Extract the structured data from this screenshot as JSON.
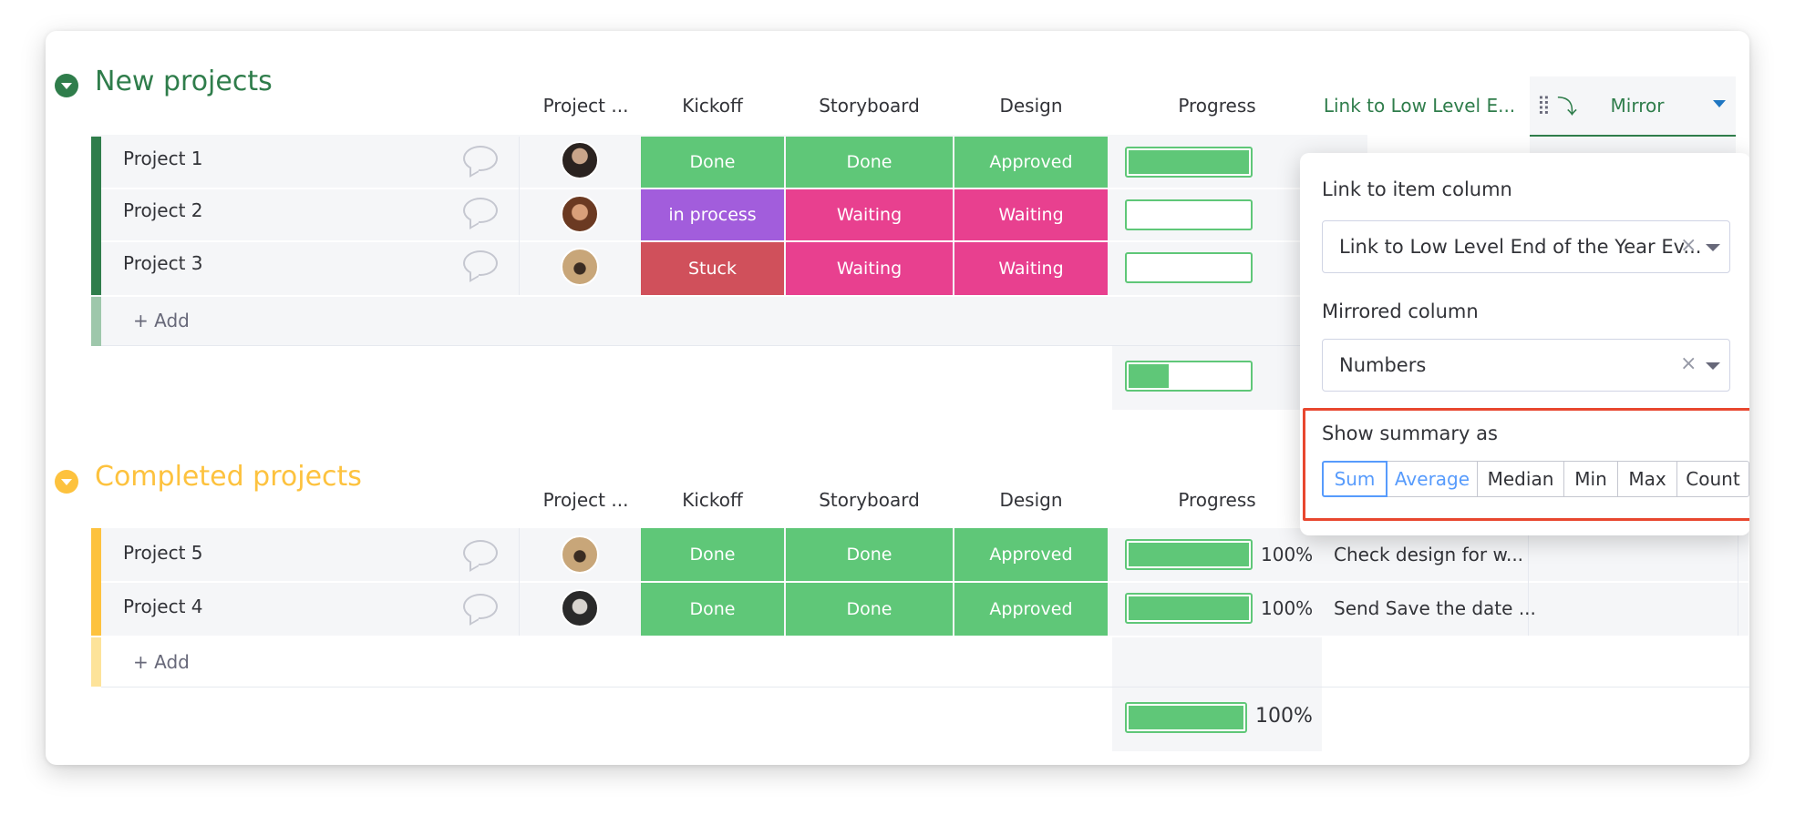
{
  "colors": {
    "group1": "#2f7d4b",
    "group2": "#fdc23e",
    "done": "#5fc778",
    "in_process": "#a25ddc",
    "waiting": "#e8408f",
    "stuck": "#d0505b",
    "accent_blue": "#579bfc",
    "highlight_red": "#e8472f"
  },
  "columns": {
    "project": "Project ...",
    "kickoff": "Kickoff",
    "storyboard": "Storyboard",
    "design": "Design",
    "progress": "Progress",
    "link": "Link to Low Level E...",
    "mirror": "Mirror"
  },
  "groups": [
    {
      "title": "New projects",
      "add_label": "+ Add",
      "rows": [
        {
          "name": "Project 1",
          "kickoff": "Done",
          "storyboard": "Done",
          "design": "Approved",
          "progress": 1.0
        },
        {
          "name": "Project 2",
          "kickoff": "in process",
          "storyboard": "Waiting",
          "design": "Waiting",
          "progress": 0.0
        },
        {
          "name": "Project 3",
          "kickoff": "Stuck",
          "storyboard": "Waiting",
          "design": "Waiting",
          "progress": 0.0
        }
      ],
      "summary_progress": 0.33
    },
    {
      "title": "Completed projects",
      "add_label": "+ Add",
      "rows": [
        {
          "name": "Project 5",
          "kickoff": "Done",
          "storyboard": "Done",
          "design": "Approved",
          "progress": 1.0,
          "progress_label": "100%",
          "link": "Check design for w..."
        },
        {
          "name": "Project 4",
          "kickoff": "Done",
          "storyboard": "Done",
          "design": "Approved",
          "progress": 1.0,
          "progress_label": "100%",
          "link": "Send Save the date ..."
        }
      ],
      "summary_progress": 1.0,
      "summary_label": "100%"
    }
  ],
  "panel": {
    "link_label": "Link to item column",
    "link_value": "Link to Low Level End of the Year Ev...",
    "mirrored_label": "Mirrored column",
    "mirrored_value": "Numbers",
    "clear_glyph": "×",
    "summary_label": "Show summary as",
    "options": [
      "Sum",
      "Average",
      "Median",
      "Min",
      "Max",
      "Count"
    ],
    "selected_option": "Sum"
  },
  "icons": {
    "grip": "⣿",
    "mirror_arrow": "⤵"
  }
}
